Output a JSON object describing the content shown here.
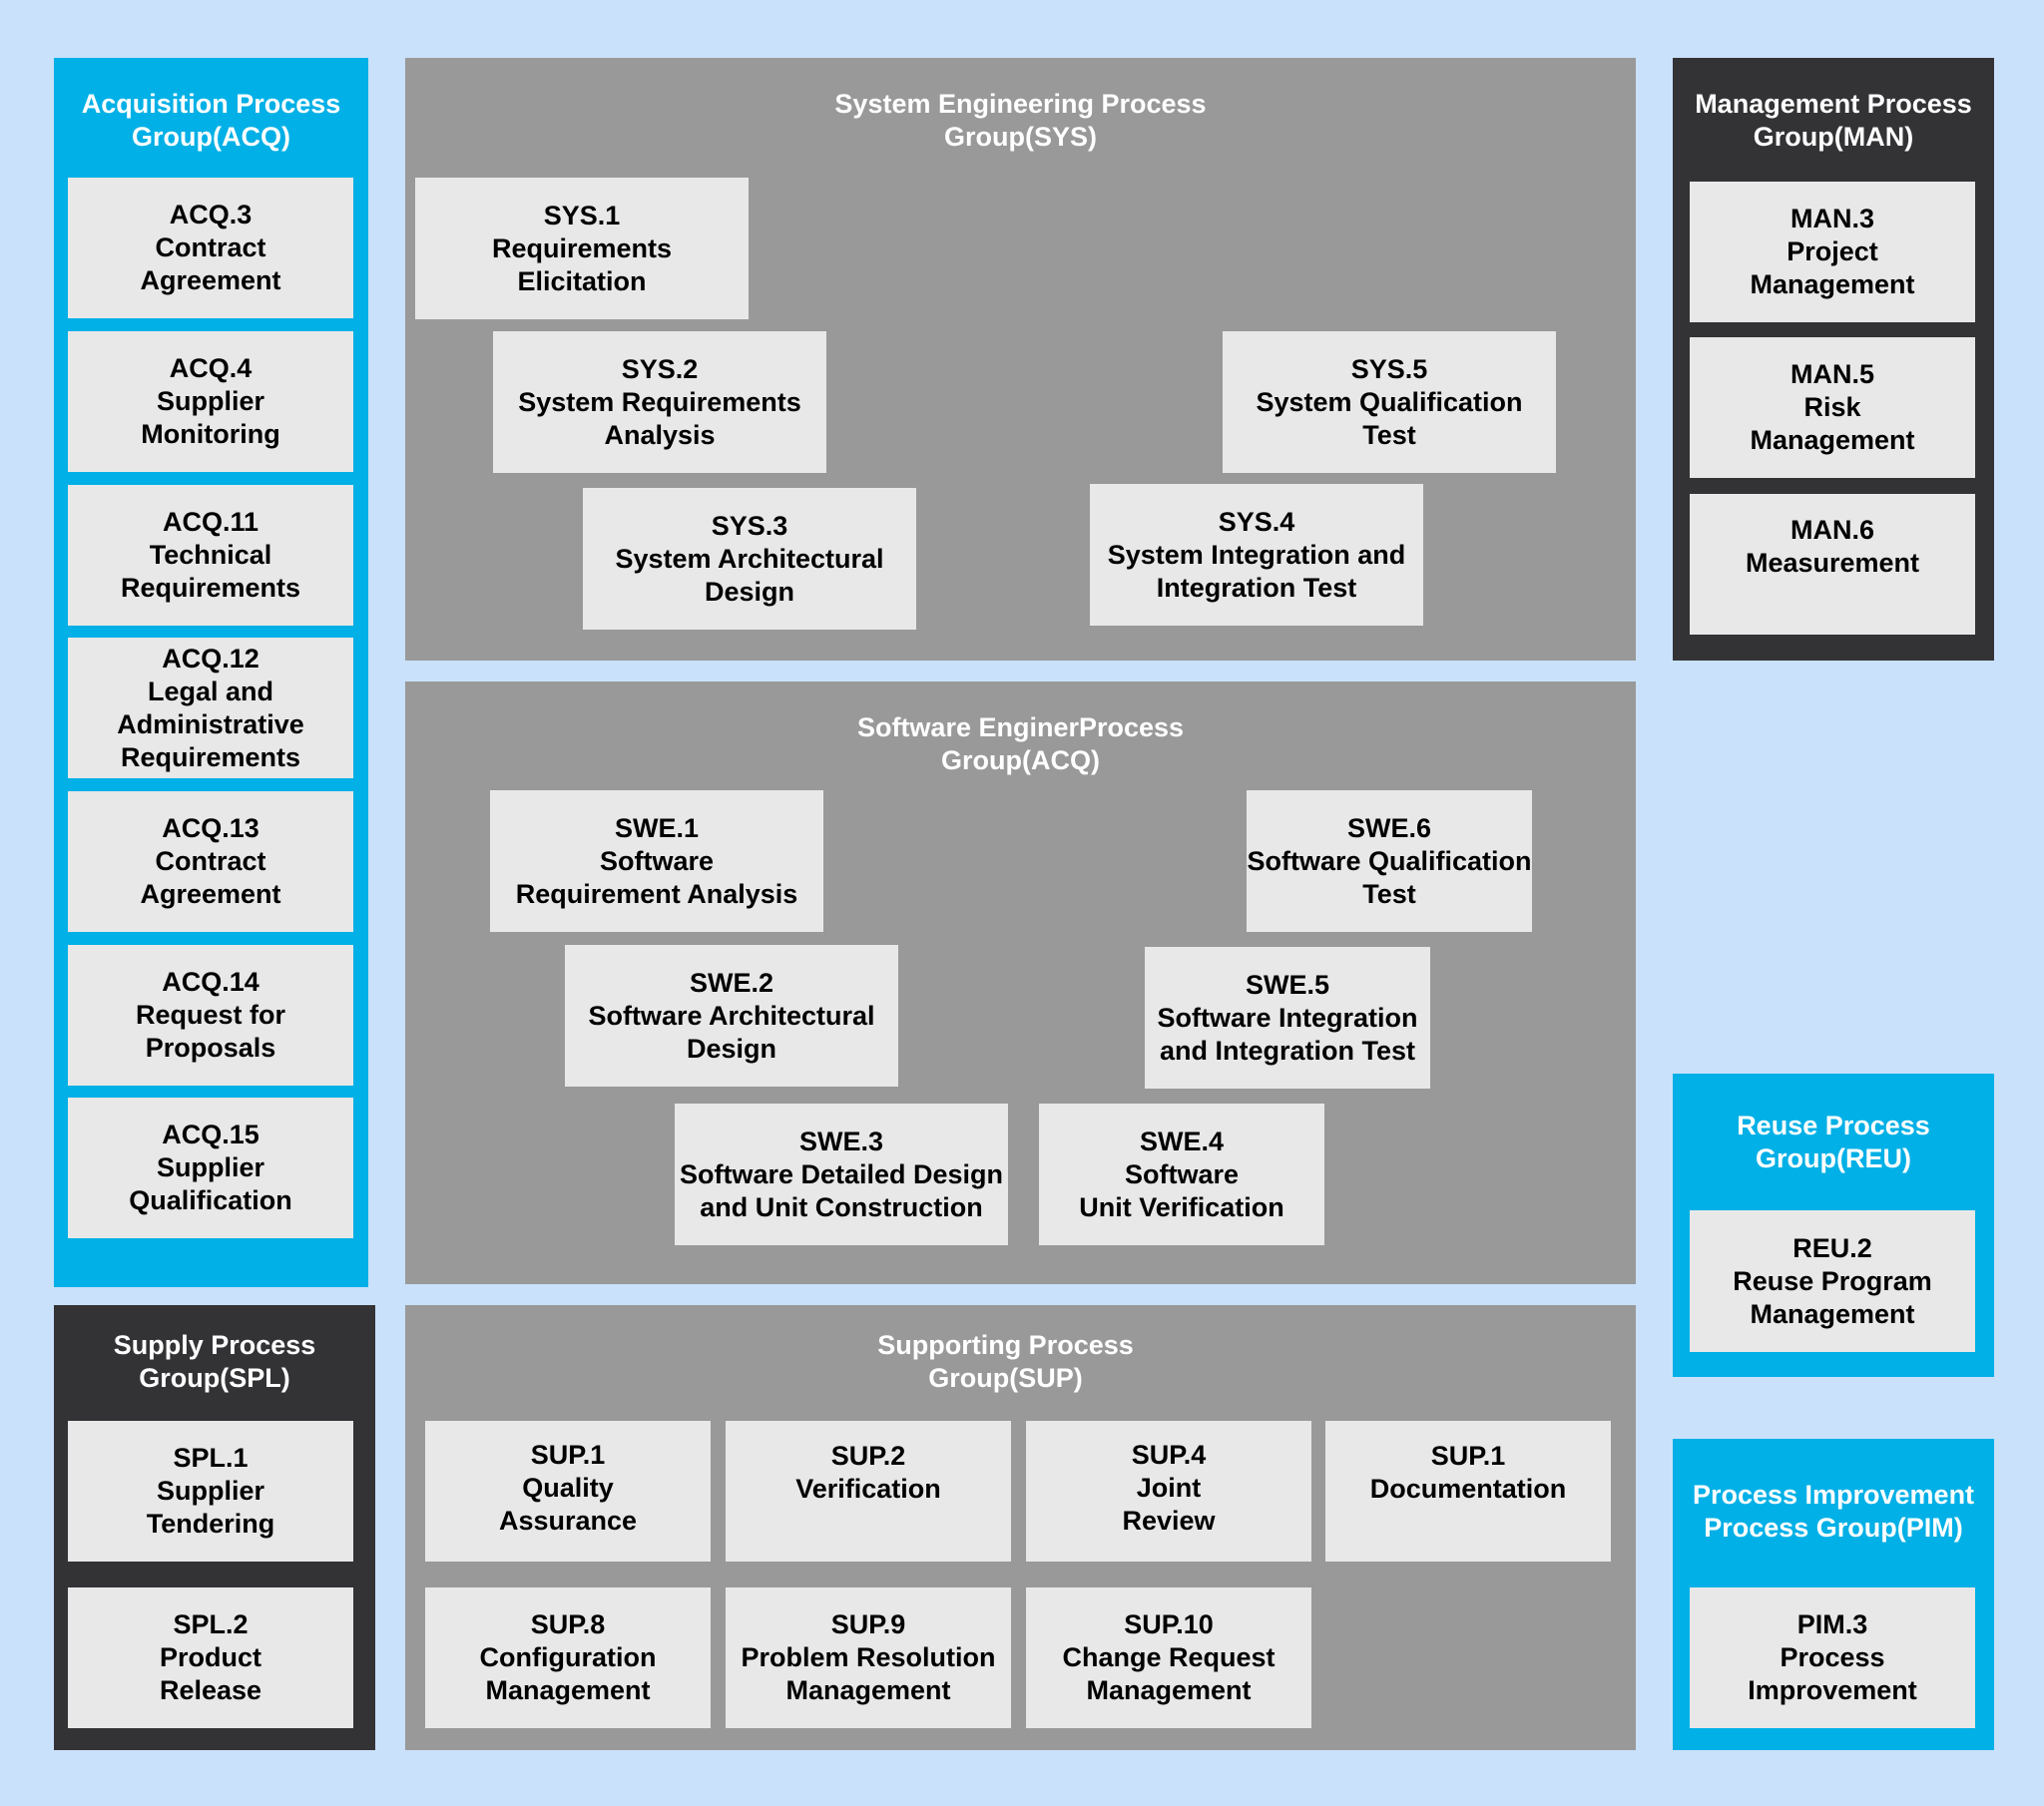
{
  "colors": {
    "background": "#c9e1fb",
    "blue_group": "#00b0e6",
    "dark_group": "#333336",
    "gray_group": "#999999",
    "box": "#e8e8e8"
  },
  "groups": {
    "acq": {
      "title": "Acquisition Process\nGroup(ACQ)",
      "items": [
        {
          "code": "ACQ.3",
          "name": "Contract\nAgreement"
        },
        {
          "code": "ACQ.4",
          "name": "Supplier\nMonitoring"
        },
        {
          "code": "ACQ.11",
          "name": "Technical\nRequirements"
        },
        {
          "code": "ACQ.12",
          "name": "Legal and\nAdministrative\nRequirements"
        },
        {
          "code": "ACQ.13",
          "name": "Contract\nAgreement"
        },
        {
          "code": "ACQ.14",
          "name": "Request for\nProposals"
        },
        {
          "code": "ACQ.15",
          "name": "Supplier\nQualification"
        }
      ]
    },
    "sys": {
      "title": "System Engineering Process\nGroup(SYS)",
      "items": [
        {
          "code": "SYS.1",
          "name": "Requirements\nElicitation"
        },
        {
          "code": "SYS.2",
          "name": "System Requirements\nAnalysis"
        },
        {
          "code": "SYS.3",
          "name": "System Architectural\nDesign"
        },
        {
          "code": "SYS.4",
          "name": "System Integration and\nIntegration Test"
        },
        {
          "code": "SYS.5",
          "name": "System Qualification\nTest"
        }
      ]
    },
    "man": {
      "title": "Management Process\nGroup(MAN)",
      "items": [
        {
          "code": "MAN.3",
          "name": "Project\nManagement"
        },
        {
          "code": "MAN.5",
          "name": "Risk\nManagement"
        },
        {
          "code": "MAN.6",
          "name": "Measurement"
        }
      ]
    },
    "swe": {
      "title": "Software EnginerProcess\nGroup(ACQ)",
      "items": [
        {
          "code": "SWE.1",
          "name": "Software\nRequirement Analysis"
        },
        {
          "code": "SWE.2",
          "name": "Software Architectural\nDesign"
        },
        {
          "code": "SWE.3",
          "name": "Software Detailed Design\nand Unit Construction"
        },
        {
          "code": "SWE.4",
          "name": "Software\nUnit Verification"
        },
        {
          "code": "SWE.5",
          "name": "Software Integration\nand Integration Test"
        },
        {
          "code": "SWE.6",
          "name": "Software Qualification\nTest"
        }
      ]
    },
    "spl": {
      "title": "Supply Process\nGroup(SPL)",
      "items": [
        {
          "code": "SPL.1",
          "name": "Supplier\nTendering"
        },
        {
          "code": "SPL.2",
          "name": "Product\nRelease"
        }
      ]
    },
    "sup": {
      "title": "Supporting Process\nGroup(SUP)",
      "items": [
        {
          "code": "SUP.1",
          "name": "Quality\nAssurance"
        },
        {
          "code": "SUP.2",
          "name": "Verification"
        },
        {
          "code": "SUP.4",
          "name": "Joint\nReview"
        },
        {
          "code": "SUP.1",
          "name": "Documentation"
        },
        {
          "code": "SUP.8",
          "name": "Configuration\nManagement"
        },
        {
          "code": "SUP.9",
          "name": "Problem Resolution\nManagement"
        },
        {
          "code": "SUP.10",
          "name": "Change Request\nManagement"
        }
      ]
    },
    "reu": {
      "title": "Reuse Process\nGroup(REU)",
      "items": [
        {
          "code": "REU.2",
          "name": "Reuse Program\nManagement"
        }
      ]
    },
    "pim": {
      "title": "Process Improvement\nProcess Group(PIM)",
      "items": [
        {
          "code": "PIM.3",
          "name": "Process\nImprovement"
        }
      ]
    }
  }
}
